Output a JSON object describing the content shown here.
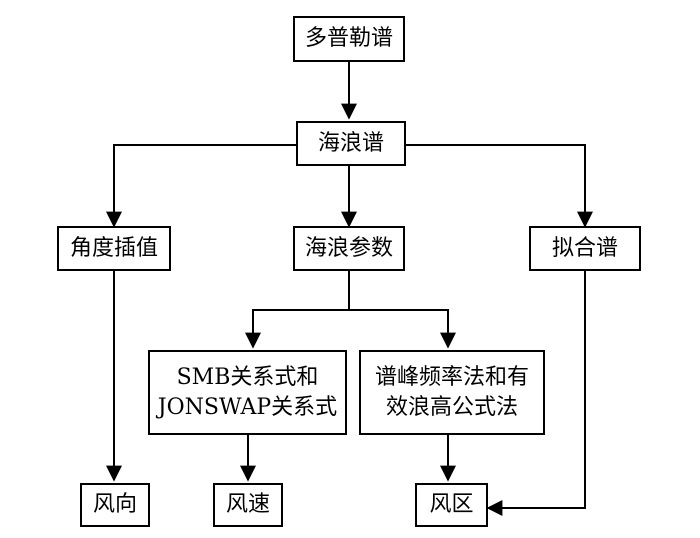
{
  "nodes": {
    "doppler_spectrum": "多普勒谱",
    "wave_spectrum": "海浪谱",
    "angle_interpolation": "角度插值",
    "wave_parameters": "海浪参数",
    "fitted_spectrum": "拟合谱",
    "smb_jonswap": [
      "SMB关系式和",
      "JONSWAP关系式"
    ],
    "peak_frequency": [
      "谱峰频率法和有",
      "效浪高公式法"
    ],
    "wind_direction": "风向",
    "wind_speed": "风速",
    "wind_area": "风区"
  },
  "colors": {
    "line": "#000000",
    "box_border": "#000000",
    "background": "#ffffff"
  }
}
